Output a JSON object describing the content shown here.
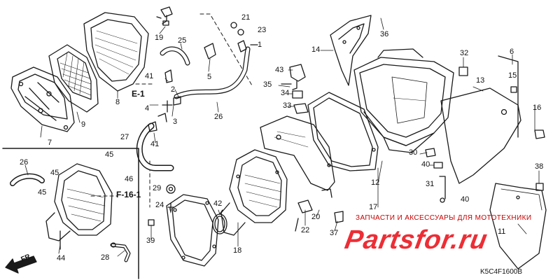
{
  "diagram": {
    "callouts": [
      {
        "id": "c1",
        "text": "1"
      },
      {
        "id": "c2",
        "text": "2"
      },
      {
        "id": "c3",
        "text": "3"
      },
      {
        "id": "c4",
        "text": "4"
      },
      {
        "id": "c5",
        "text": "5"
      },
      {
        "id": "c6",
        "text": "6"
      },
      {
        "id": "c7",
        "text": "7"
      },
      {
        "id": "c8",
        "text": "8"
      },
      {
        "id": "c9",
        "text": "9"
      },
      {
        "id": "c11",
        "text": "11"
      },
      {
        "id": "c12",
        "text": "12"
      },
      {
        "id": "c13",
        "text": "13"
      },
      {
        "id": "c14",
        "text": "14"
      },
      {
        "id": "c15",
        "text": "15"
      },
      {
        "id": "c16",
        "text": "16"
      },
      {
        "id": "c17",
        "text": "17"
      },
      {
        "id": "c18",
        "text": "18"
      },
      {
        "id": "c19",
        "text": "19"
      },
      {
        "id": "c20",
        "text": "20"
      },
      {
        "id": "c21",
        "text": "21"
      },
      {
        "id": "c22",
        "text": "22"
      },
      {
        "id": "c23",
        "text": "23"
      },
      {
        "id": "c24",
        "text": "24"
      },
      {
        "id": "c25",
        "text": "25"
      },
      {
        "id": "c26a",
        "text": "26"
      },
      {
        "id": "c26b",
        "text": "26"
      },
      {
        "id": "c27",
        "text": "27"
      },
      {
        "id": "c28",
        "text": "28"
      },
      {
        "id": "c29",
        "text": "29"
      },
      {
        "id": "c30",
        "text": "30"
      },
      {
        "id": "c31",
        "text": "31"
      },
      {
        "id": "c32",
        "text": "32"
      },
      {
        "id": "c33",
        "text": "33"
      },
      {
        "id": "c34",
        "text": "34"
      },
      {
        "id": "c35",
        "text": "35"
      },
      {
        "id": "c36",
        "text": "36"
      },
      {
        "id": "c37",
        "text": "37"
      },
      {
        "id": "c38",
        "text": "38"
      },
      {
        "id": "c39",
        "text": "39"
      },
      {
        "id": "c40a",
        "text": "40"
      },
      {
        "id": "c40b",
        "text": "40"
      },
      {
        "id": "c41a",
        "text": "41"
      },
      {
        "id": "c41b",
        "text": "41"
      },
      {
        "id": "c42",
        "text": "42"
      },
      {
        "id": "c43",
        "text": "43"
      },
      {
        "id": "c44",
        "text": "44"
      },
      {
        "id": "c45a",
        "text": "45"
      },
      {
        "id": "c45b",
        "text": "45"
      },
      {
        "id": "c45c",
        "text": "45"
      },
      {
        "id": "c46",
        "text": "46"
      }
    ],
    "refs": [
      {
        "id": "e1",
        "text": "E-1"
      },
      {
        "id": "f161",
        "text": "F-16-1"
      }
    ],
    "direction_label": "FR.",
    "diagram_code": "K5C4F1600B"
  },
  "watermark": {
    "tagline": "ЗАПЧАСТИ И АКСЕССУАРЫ ДЛЯ МОТОТЕХНИКИ",
    "brand": "Partsfor.ru",
    "brand_color": "#ec1c24"
  },
  "colors": {
    "line": "#1a1a1a",
    "accent": "#ec1c24"
  }
}
